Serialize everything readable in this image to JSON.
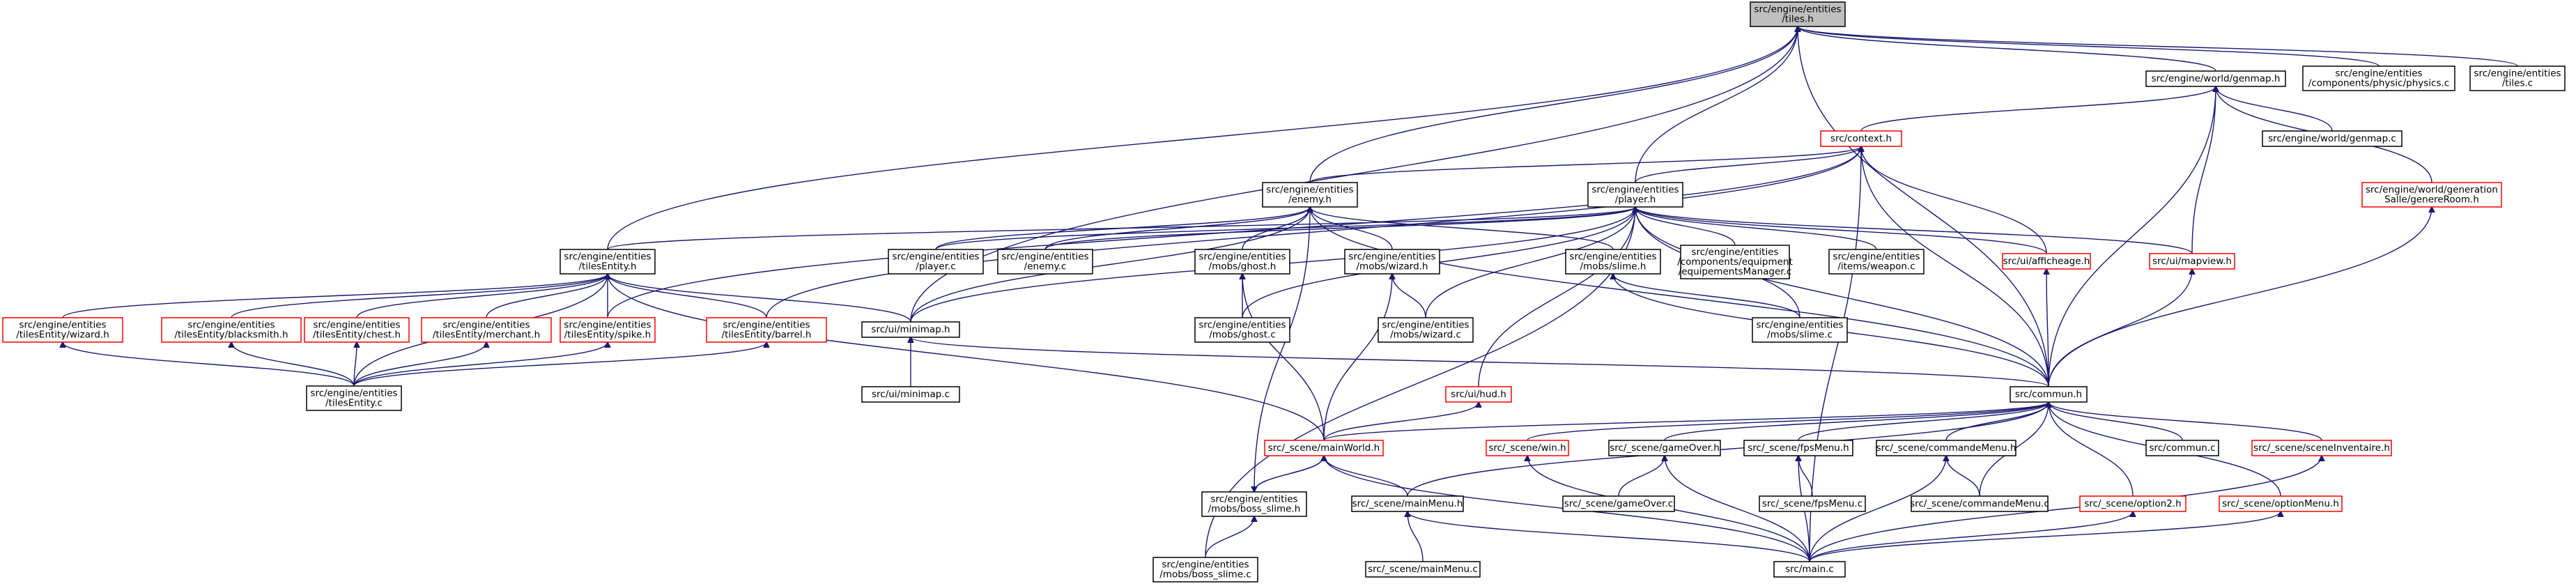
{
  "colors": {
    "edge": "#191970",
    "red_border": "#ff0000",
    "normal_border": "#000000",
    "root_fill": "#bfbfbf",
    "background": "#ffffff"
  },
  "nodes": [
    {
      "id": "tiles_h",
      "lines": [
        "src/engine/entities",
        "/tiles.h"
      ],
      "style": "root"
    },
    {
      "id": "tilesEntity_h",
      "lines": [
        "src/engine/entities",
        "/tilesEntity.h"
      ],
      "style": "normal"
    },
    {
      "id": "enemy_h",
      "lines": [
        "src/engine/entities",
        "/enemy.h"
      ],
      "style": "normal"
    },
    {
      "id": "player_h",
      "lines": [
        "src/engine/entities",
        "/player.h"
      ],
      "style": "normal"
    },
    {
      "id": "genmap_h",
      "lines": [
        "src/engine/world/genmap.h"
      ],
      "style": "normal"
    },
    {
      "id": "physics_c",
      "lines": [
        "src/engine/entities",
        "/components/physic/physics.c"
      ],
      "style": "normal"
    },
    {
      "id": "tiles_c",
      "lines": [
        "src/engine/entities",
        "/tiles.c"
      ],
      "style": "normal"
    },
    {
      "id": "context_h",
      "lines": [
        "src/context.h"
      ],
      "style": "red"
    },
    {
      "id": "genmap_c",
      "lines": [
        "src/engine/world/genmap.c"
      ],
      "style": "normal"
    },
    {
      "id": "generationSalle",
      "lines": [
        "src/engine/world/generation",
        "Salle/genereRoom.h"
      ],
      "style": "red"
    },
    {
      "id": "wizard_h_te",
      "lines": [
        "src/engine/entities",
        "/tilesEntity/wizard.h"
      ],
      "style": "red"
    },
    {
      "id": "blacksmith_h",
      "lines": [
        "src/engine/entities",
        "/tilesEntity/blacksmith.h"
      ],
      "style": "red"
    },
    {
      "id": "chest_h",
      "lines": [
        "src/engine/entities",
        "/tilesEntity/chest.h"
      ],
      "style": "red"
    },
    {
      "id": "merchant_h",
      "lines": [
        "src/engine/entities",
        "/tilesEntity/merchant.h"
      ],
      "style": "red"
    },
    {
      "id": "spike_h",
      "lines": [
        "src/engine/entities",
        "/tilesEntity/spike.h"
      ],
      "style": "red"
    },
    {
      "id": "barrel_h",
      "lines": [
        "src/engine/entities",
        "/tilesEntity/barrel.h"
      ],
      "style": "red"
    },
    {
      "id": "tilesEntity_c",
      "lines": [
        "src/engine/entities",
        "/tilesEntity.c"
      ],
      "style": "normal"
    },
    {
      "id": "minimap_h",
      "lines": [
        "src/ui/minimap.h"
      ],
      "style": "normal"
    },
    {
      "id": "minimap_c",
      "lines": [
        "src/ui/minimap.c"
      ],
      "style": "normal"
    },
    {
      "id": "player_c",
      "lines": [
        "src/engine/entities",
        "/player.c"
      ],
      "style": "normal"
    },
    {
      "id": "enemy_c",
      "lines": [
        "src/engine/entities",
        "/enemy.c"
      ],
      "style": "normal"
    },
    {
      "id": "ghost_h",
      "lines": [
        "src/engine/entities",
        "/mobs/ghost.h"
      ],
      "style": "normal"
    },
    {
      "id": "wizard_h_mob",
      "lines": [
        "src/engine/entities",
        "/mobs/wizard.h"
      ],
      "style": "normal"
    },
    {
      "id": "slime_h",
      "lines": [
        "src/engine/entities",
        "/mobs/slime.h"
      ],
      "style": "normal"
    },
    {
      "id": "equipementsManager",
      "lines": [
        "src/engine/entities",
        "/components/equipment",
        "/equipementsManager.c"
      ],
      "style": "normal"
    },
    {
      "id": "weapon_c",
      "lines": [
        "src/engine/entities",
        "/items/weapon.c"
      ],
      "style": "normal"
    },
    {
      "id": "afficheage_h",
      "lines": [
        "src/ui/afficheage.h"
      ],
      "style": "red"
    },
    {
      "id": "mapview_h",
      "lines": [
        "src/ui/mapview.h"
      ],
      "style": "red"
    },
    {
      "id": "ghost_c",
      "lines": [
        "src/engine/entities",
        "/mobs/ghost.c"
      ],
      "style": "normal"
    },
    {
      "id": "wizard_c_mob",
      "lines": [
        "src/engine/entities",
        "/mobs/wizard.c"
      ],
      "style": "normal"
    },
    {
      "id": "slime_c",
      "lines": [
        "src/engine/entities",
        "/mobs/slime.c"
      ],
      "style": "normal"
    },
    {
      "id": "hud_h",
      "lines": [
        "src/ui/hud.h"
      ],
      "style": "red"
    },
    {
      "id": "commun_h",
      "lines": [
        "src/commun.h"
      ],
      "style": "normal"
    },
    {
      "id": "mainWorld_h",
      "lines": [
        "src/_scene/mainWorld.h"
      ],
      "style": "red"
    },
    {
      "id": "win_h",
      "lines": [
        "src/_scene/win.h"
      ],
      "style": "red"
    },
    {
      "id": "gameOver_h",
      "lines": [
        "src/_scene/gameOver.h"
      ],
      "style": "normal"
    },
    {
      "id": "fpsMenu_h",
      "lines": [
        "src/_scene/fpsMenu.h"
      ],
      "style": "normal"
    },
    {
      "id": "commandeMenu_h",
      "lines": [
        "src/_scene/commandeMenu.h"
      ],
      "style": "normal"
    },
    {
      "id": "commun_c",
      "lines": [
        "src/commun.c"
      ],
      "style": "normal"
    },
    {
      "id": "sceneInventaire_h",
      "lines": [
        "src/_scene/sceneInventaire.h"
      ],
      "style": "red"
    },
    {
      "id": "boss_slime_h",
      "lines": [
        "src/engine/entities",
        "/mobs/boss_slime.h"
      ],
      "style": "normal"
    },
    {
      "id": "mainMenu_h",
      "lines": [
        "src/_scene/mainMenu.h"
      ],
      "style": "normal"
    },
    {
      "id": "gameOver_c",
      "lines": [
        "src/_scene/gameOver.c"
      ],
      "style": "normal"
    },
    {
      "id": "fpsMenu_c",
      "lines": [
        "src/_scene/fpsMenu.c"
      ],
      "style": "normal"
    },
    {
      "id": "commandeMenu_c",
      "lines": [
        "src/_scene/commandeMenu.c"
      ],
      "style": "normal"
    },
    {
      "id": "option2_h",
      "lines": [
        "src/_scene/option2.h"
      ],
      "style": "red"
    },
    {
      "id": "optionMenu_h",
      "lines": [
        "src/_scene/optionMenu.h"
      ],
      "style": "red"
    },
    {
      "id": "boss_slime_c",
      "lines": [
        "src/engine/entities",
        "/mobs/boss_slime.c"
      ],
      "style": "normal"
    },
    {
      "id": "mainMenu_c",
      "lines": [
        "src/_scene/mainMenu.c"
      ],
      "style": "normal"
    },
    {
      "id": "main_c",
      "lines": [
        "src/main.c"
      ],
      "style": "normal"
    }
  ],
  "edges": [
    [
      "tilesEntity_h",
      "tiles_h"
    ],
    [
      "enemy_h",
      "tiles_h"
    ],
    [
      "player_h",
      "tiles_h"
    ],
    [
      "genmap_h",
      "tiles_h"
    ],
    [
      "physics_c",
      "tiles_h"
    ],
    [
      "tiles_c",
      "tiles_h"
    ],
    [
      "minimap_h",
      "tiles_h"
    ],
    [
      "commun_h",
      "tiles_h"
    ],
    [
      "context_h",
      "genmap_h"
    ],
    [
      "genmap_c",
      "genmap_h"
    ],
    [
      "generationSalle",
      "genmap_h"
    ],
    [
      "mapview_h",
      "genmap_h"
    ],
    [
      "commun_h",
      "genmap_h"
    ],
    [
      "enemy_h",
      "context_h"
    ],
    [
      "player_h",
      "context_h"
    ],
    [
      "spike_h",
      "context_h"
    ],
    [
      "barrel_h",
      "context_h"
    ],
    [
      "afficheage_h",
      "context_h"
    ],
    [
      "commun_h",
      "context_h"
    ],
    [
      "main_c",
      "context_h"
    ],
    [
      "wizard_h_te",
      "tilesEntity_h"
    ],
    [
      "blacksmith_h",
      "tilesEntity_h"
    ],
    [
      "chest_h",
      "tilesEntity_h"
    ],
    [
      "merchant_h",
      "tilesEntity_h"
    ],
    [
      "spike_h",
      "tilesEntity_h"
    ],
    [
      "barrel_h",
      "tilesEntity_h"
    ],
    [
      "tilesEntity_c",
      "tilesEntity_h"
    ],
    [
      "minimap_h",
      "tilesEntity_h"
    ],
    [
      "mainWorld_h",
      "tilesEntity_h"
    ],
    [
      "tilesEntity_c",
      "wizard_h_te"
    ],
    [
      "tilesEntity_c",
      "blacksmith_h"
    ],
    [
      "tilesEntity_c",
      "chest_h"
    ],
    [
      "tilesEntity_c",
      "merchant_h"
    ],
    [
      "tilesEntity_c",
      "spike_h"
    ],
    [
      "tilesEntity_c",
      "barrel_h"
    ],
    [
      "player_c",
      "enemy_h"
    ],
    [
      "enemy_c",
      "enemy_h"
    ],
    [
      "ghost_h",
      "enemy_h"
    ],
    [
      "wizard_h_mob",
      "enemy_h"
    ],
    [
      "slime_h",
      "enemy_h"
    ],
    [
      "minimap_h",
      "enemy_h"
    ],
    [
      "boss_slime_h",
      "enemy_h"
    ],
    [
      "commun_h",
      "enemy_h"
    ],
    [
      "tilesEntity_h",
      "player_h"
    ],
    [
      "player_c",
      "player_h"
    ],
    [
      "enemy_c",
      "player_h"
    ],
    [
      "ghost_c",
      "player_h"
    ],
    [
      "wizard_c_mob",
      "player_h"
    ],
    [
      "slime_c",
      "player_h"
    ],
    [
      "equipementsManager",
      "player_h"
    ],
    [
      "weapon_c",
      "player_h"
    ],
    [
      "afficheage_h",
      "player_h"
    ],
    [
      "mapview_h",
      "player_h"
    ],
    [
      "hud_h",
      "player_h"
    ],
    [
      "commun_h",
      "player_h"
    ],
    [
      "minimap_h",
      "player_h"
    ],
    [
      "boss_slime_c",
      "player_h"
    ],
    [
      "ghost_c",
      "ghost_h"
    ],
    [
      "mainWorld_h",
      "ghost_h"
    ],
    [
      "wizard_c_mob",
      "wizard_h_mob"
    ],
    [
      "mainWorld_h",
      "wizard_h_mob"
    ],
    [
      "slime_c",
      "slime_h"
    ],
    [
      "commun_h",
      "slime_h"
    ],
    [
      "minimap_c",
      "minimap_h"
    ],
    [
      "commun_h",
      "minimap_h"
    ],
    [
      "commun_h",
      "afficheage_h"
    ],
    [
      "commun_h",
      "mapview_h"
    ],
    [
      "commun_h",
      "generationSalle"
    ],
    [
      "mainWorld_h",
      "hud_h"
    ],
    [
      "mainWorld_h",
      "commun_h"
    ],
    [
      "win_h",
      "commun_h"
    ],
    [
      "gameOver_h",
      "commun_h"
    ],
    [
      "fpsMenu_h",
      "commun_h"
    ],
    [
      "commandeMenu_h",
      "commun_h"
    ],
    [
      "commun_c",
      "commun_h"
    ],
    [
      "sceneInventaire_h",
      "commun_h"
    ],
    [
      "mainMenu_h",
      "commun_h"
    ],
    [
      "option2_h",
      "commun_h"
    ],
    [
      "optionMenu_h",
      "commun_h"
    ],
    [
      "commandeMenu_c",
      "commun_h"
    ],
    [
      "boss_slime_h",
      "mainWorld_h"
    ],
    [
      "mainMenu_h",
      "mainWorld_h"
    ],
    [
      "main_c",
      "mainWorld_h"
    ],
    [
      "mainWorld_h",
      "boss_slime_h"
    ],
    [
      "boss_slime_c",
      "boss_slime_h"
    ],
    [
      "main_c",
      "win_h"
    ],
    [
      "gameOver_c",
      "gameOver_h"
    ],
    [
      "main_c",
      "gameOver_h"
    ],
    [
      "fpsMenu_c",
      "fpsMenu_h"
    ],
    [
      "main_c",
      "fpsMenu_h"
    ],
    [
      "commandeMenu_c",
      "commandeMenu_h"
    ],
    [
      "main_c",
      "commandeMenu_h"
    ],
    [
      "main_c",
      "sceneInventaire_h"
    ],
    [
      "mainMenu_c",
      "mainMenu_h"
    ],
    [
      "main_c",
      "mainMenu_h"
    ],
    [
      "main_c",
      "option2_h"
    ],
    [
      "main_c",
      "optionMenu_h"
    ]
  ]
}
